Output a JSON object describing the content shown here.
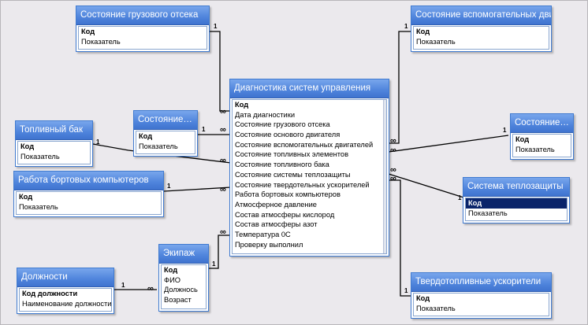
{
  "markers": {
    "one": "1",
    "many": "∞"
  },
  "tables": {
    "cargo": {
      "title": "Состояние грузового отсека",
      "fields": [
        "Код",
        "Показатель"
      ]
    },
    "aux_engines": {
      "title": "Состояние вспомогательных двиг",
      "fields": [
        "Код",
        "Показатель"
      ]
    },
    "diagnostics": {
      "title": "Диагностика систем управления",
      "fields": [
        "Код",
        "Дата диагностики",
        "Состояние грузового отсека",
        "Состояние основого двигателя",
        "Состояние вспомогательных двигателей",
        "Состояние топливных элементов",
        "Состояние топливного бака",
        "Состояние системы теплозащиты",
        "Состояние твердотельных ускорителей",
        "Работа бортовых компьютеров",
        "Атмосферное давление",
        "Состав атмосферы кислород",
        "Состав атмосферы азот",
        "Температура 0С",
        "Проверку выполнил"
      ]
    },
    "main_engine": {
      "title": "Состояние…",
      "fields": [
        "Код",
        "Показатель"
      ]
    },
    "fuel_tank": {
      "title": "Топливный бак",
      "fields": [
        "Код",
        "Показатель"
      ]
    },
    "fuel_cells": {
      "title": "Состояние…",
      "fields": [
        "Код",
        "Показатель"
      ]
    },
    "computers": {
      "title": "Работа бортовых компьютеров",
      "fields": [
        "Код",
        "Показатель"
      ]
    },
    "thermal": {
      "title": "Система теплозащиты",
      "fields": [
        "Код",
        "Показатель"
      ]
    },
    "positions": {
      "title": "Должности",
      "fields": [
        "Код должности",
        "Наименование должности"
      ]
    },
    "crew": {
      "title": "Экипаж",
      "fields": [
        "Код",
        "ФИО",
        "Должнось",
        "Возраст"
      ]
    },
    "boosters": {
      "title": "Твердотопливные ускорители",
      "fields": [
        "Код",
        "Показатель"
      ]
    }
  }
}
